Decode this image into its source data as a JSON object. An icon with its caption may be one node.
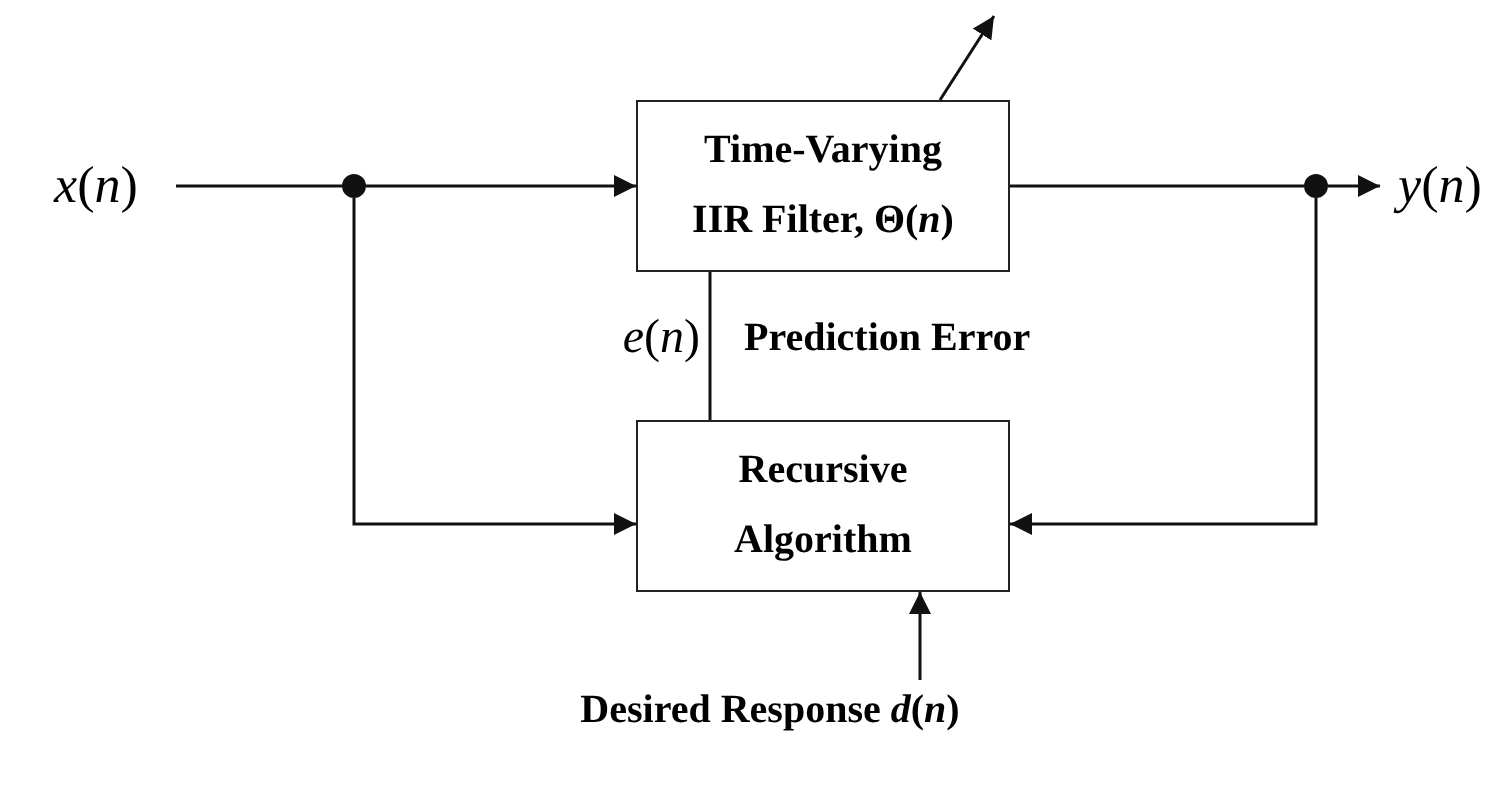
{
  "diagram": {
    "nodes": [
      {
        "text": [
          "*x*(*n*)"
        ]
      },
      {
        "text": [],
        "shape": "circle"
      },
      {
        "text": [
          "Time-Varying IIR Filter, Θ(*n*)"
        ]
      },
      {
        "text": [],
        "shape": "circle"
      },
      {
        "text": [
          "*y*(*n*)"
        ]
      },
      {
        "text": [
          "Recursive Algorithm"
        ]
      },
      {
        "text": [
          "Desired Response *d*(*n*)"
        ]
      }
    ],
    "edges": [
      {
        "from": 0,
        "to": 1,
        "arrow": "none"
      },
      {
        "from": 1,
        "to": 2,
        "arrow": "to"
      },
      {
        "from": 1,
        "to": 5,
        "arrow": "to"
      },
      {
        "from": 2,
        "to": 3,
        "arrow": "none"
      },
      {
        "from": 3,
        "to": 4,
        "arrow": "to"
      },
      {
        "from": 3,
        "to": 5,
        "arrow": "to"
      },
      {
        "from": 6,
        "to": 5,
        "arrow": "to"
      },
      {
        "from": 5,
        "to": 2,
        "arrow": "none",
        "label": "*e*(*n*)"
      }
    ],
    "labels": [
      "Prediction Error"
    ]
  }
}
